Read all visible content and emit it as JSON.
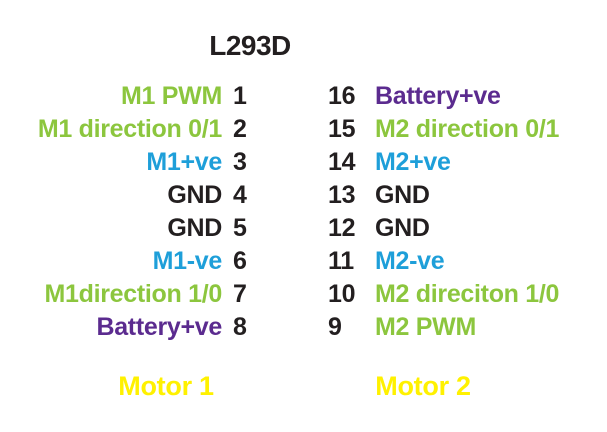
{
  "title": "L293D",
  "colors": {
    "background": "#FFFFFF",
    "text": "#231F20",
    "green": "#8CC63E",
    "blue": "#1E9FD9",
    "purple": "#5B2B8F",
    "yellow": "#FFF100"
  },
  "rows": [
    {
      "left_label": "M1 PWM",
      "left_color": "green",
      "left_pin": "1",
      "right_pin": "16",
      "right_label": "Battery+ve",
      "right_color": "purple"
    },
    {
      "left_label": "M1 direction 0/1",
      "left_color": "green",
      "left_pin": "2",
      "right_pin": "15",
      "right_label": "M2 direction 0/1",
      "right_color": "green"
    },
    {
      "left_label": "M1+ve",
      "left_color": "blue",
      "left_pin": "3",
      "right_pin": "14",
      "right_label": "M2+ve",
      "right_color": "blue"
    },
    {
      "left_label": "GND",
      "left_color": "black",
      "left_pin": "4",
      "right_pin": "13",
      "right_label": "GND",
      "right_color": "black"
    },
    {
      "left_label": "GND",
      "left_color": "black",
      "left_pin": "5",
      "right_pin": "12",
      "right_label": "GND",
      "right_color": "black"
    },
    {
      "left_label": "M1-ve",
      "left_color": "blue",
      "left_pin": "6",
      "right_pin": "11",
      "right_label": "M2-ve",
      "right_color": "blue"
    },
    {
      "left_label": "M1direction 1/0",
      "left_color": "green",
      "left_pin": "7",
      "right_pin": "10",
      "right_label": "M2 direciton 1/0",
      "right_color": "green"
    },
    {
      "left_label": "Battery+ve",
      "left_color": "purple",
      "left_pin": "8",
      "right_pin": "9",
      "right_label": "M2 PWM",
      "right_color": "green"
    }
  ],
  "footer": {
    "motor1": "Motor 1",
    "motor2": "Motor 2"
  }
}
